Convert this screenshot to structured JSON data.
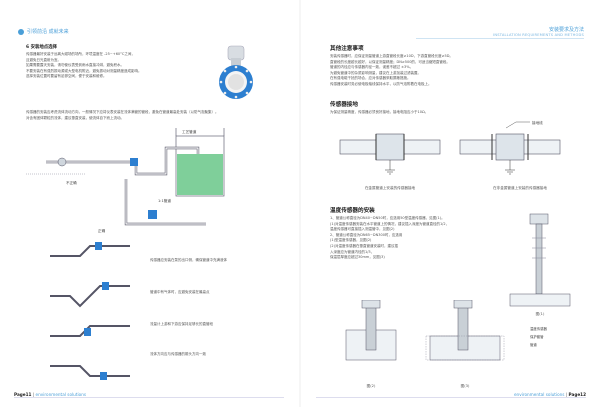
{
  "left": {
    "brand": "引领前沿  成就未来",
    "section1_title": "6 安装地点选择",
    "section1_text": [
      "传感器最好安装于远离大磁场的场所，环境温度在 -25~+60°C之间，",
      "且避免日光直射为宜。",
      "如果需要露天安装，请勿使仪表受到雨水直接冲淋，避免积水。",
      "不要安装在有强烈振动源或大型电机附近，避免振动对测量精度造成影响。",
      "选择安装位置时要留有足够空间，便于安装和维修。"
    ],
    "section2_text": [
      "传感器的安装应考虑流体流动方向，一般情况下应将仪表安装在流体满管的管段，避免在管道最高处安装（以防气泡聚集）。",
      "对含有固体颗粒的流体，建议垂直安装，使流体自下而上流动。"
    ],
    "fig1_labels": {
      "tank": "工艺管道",
      "pipe": "不正确",
      "valve": "1:1管道",
      "ok": "正确"
    },
    "notes": [
      "传感器应安装在泵的出口侧，确保管道中充满液体",
      "管道中有气体时，应避免安装在最高点",
      "流量计上游和下游应保持足够长的直管段",
      "流体方向应与传感器的箭头方向一致"
    ],
    "footer_page": "Page11",
    "footer_sep": " | ",
    "footer_text": "environmental solutions"
  },
  "right": {
    "hdr_cn": "安装要求及方法",
    "hdr_en": "INSTALLATION REQUIREMENTS AND METHODS",
    "section1_title": "其他注意事项",
    "section1_text": [
      "安装传感器时，应保证测量管道上游直管段长度≥10D，下游直管段长度≥5D。",
      "直管段的长度越长越好，以保证测量精度；DN≥500的，可适当缩短直管段。",
      "管道的内径应与传感器内径一致，误差不超过 ±3%。",
      "为避免管道中的杂质影响测量，建议在上游加装过滤装置。",
      "在有强电磁干扰的场合，应对传感器采取屏蔽措施。",
      "传感器安装时务必使电极轴线保持水平，以防气泡附着在电极上。"
    ],
    "section2_title": "传感器接地",
    "section2_text": "为保证测量精度，传感器必须良好接地，接地电阻应小于10Ω。",
    "ground_label": "接地线",
    "caption1": "在金属管道上安装的传感器接地",
    "caption2": "在非金属管道上安装的传感器接地",
    "section3_title": "温度传感器的安装",
    "section3_text": [
      "1、管道公称直径为DN40~DN50时，应选用50型温度传感器，见图(1)。",
      "(1)对温度传感器安装在水平管道上的情况，建议插入深度为管道直径的1/2，",
      "温度传感器可直接插入测温管中，见图(2)",
      "2、管道公称直径为DN65~DN300时，应选用",
      "(1)型温度传感器，见图(2)",
      "(2)对温度传感器在垂直管道安装时，建议插",
      "入深度应为管道内径的1/3，",
      "保温层厚度应超过30mm，见图(3)"
    ],
    "fig_caption_1": "图(1)",
    "fig_caption_2": "图(2)",
    "fig_caption_3": "图(3)",
    "legend_items": [
      "温度传感器",
      "保护套管",
      "管道"
    ],
    "footer_text": "environmental solutions",
    "footer_sep": " | ",
    "footer_page": "Page12"
  },
  "colors": {
    "accent": "#4a9fd8",
    "green": "#6cc08a"
  }
}
